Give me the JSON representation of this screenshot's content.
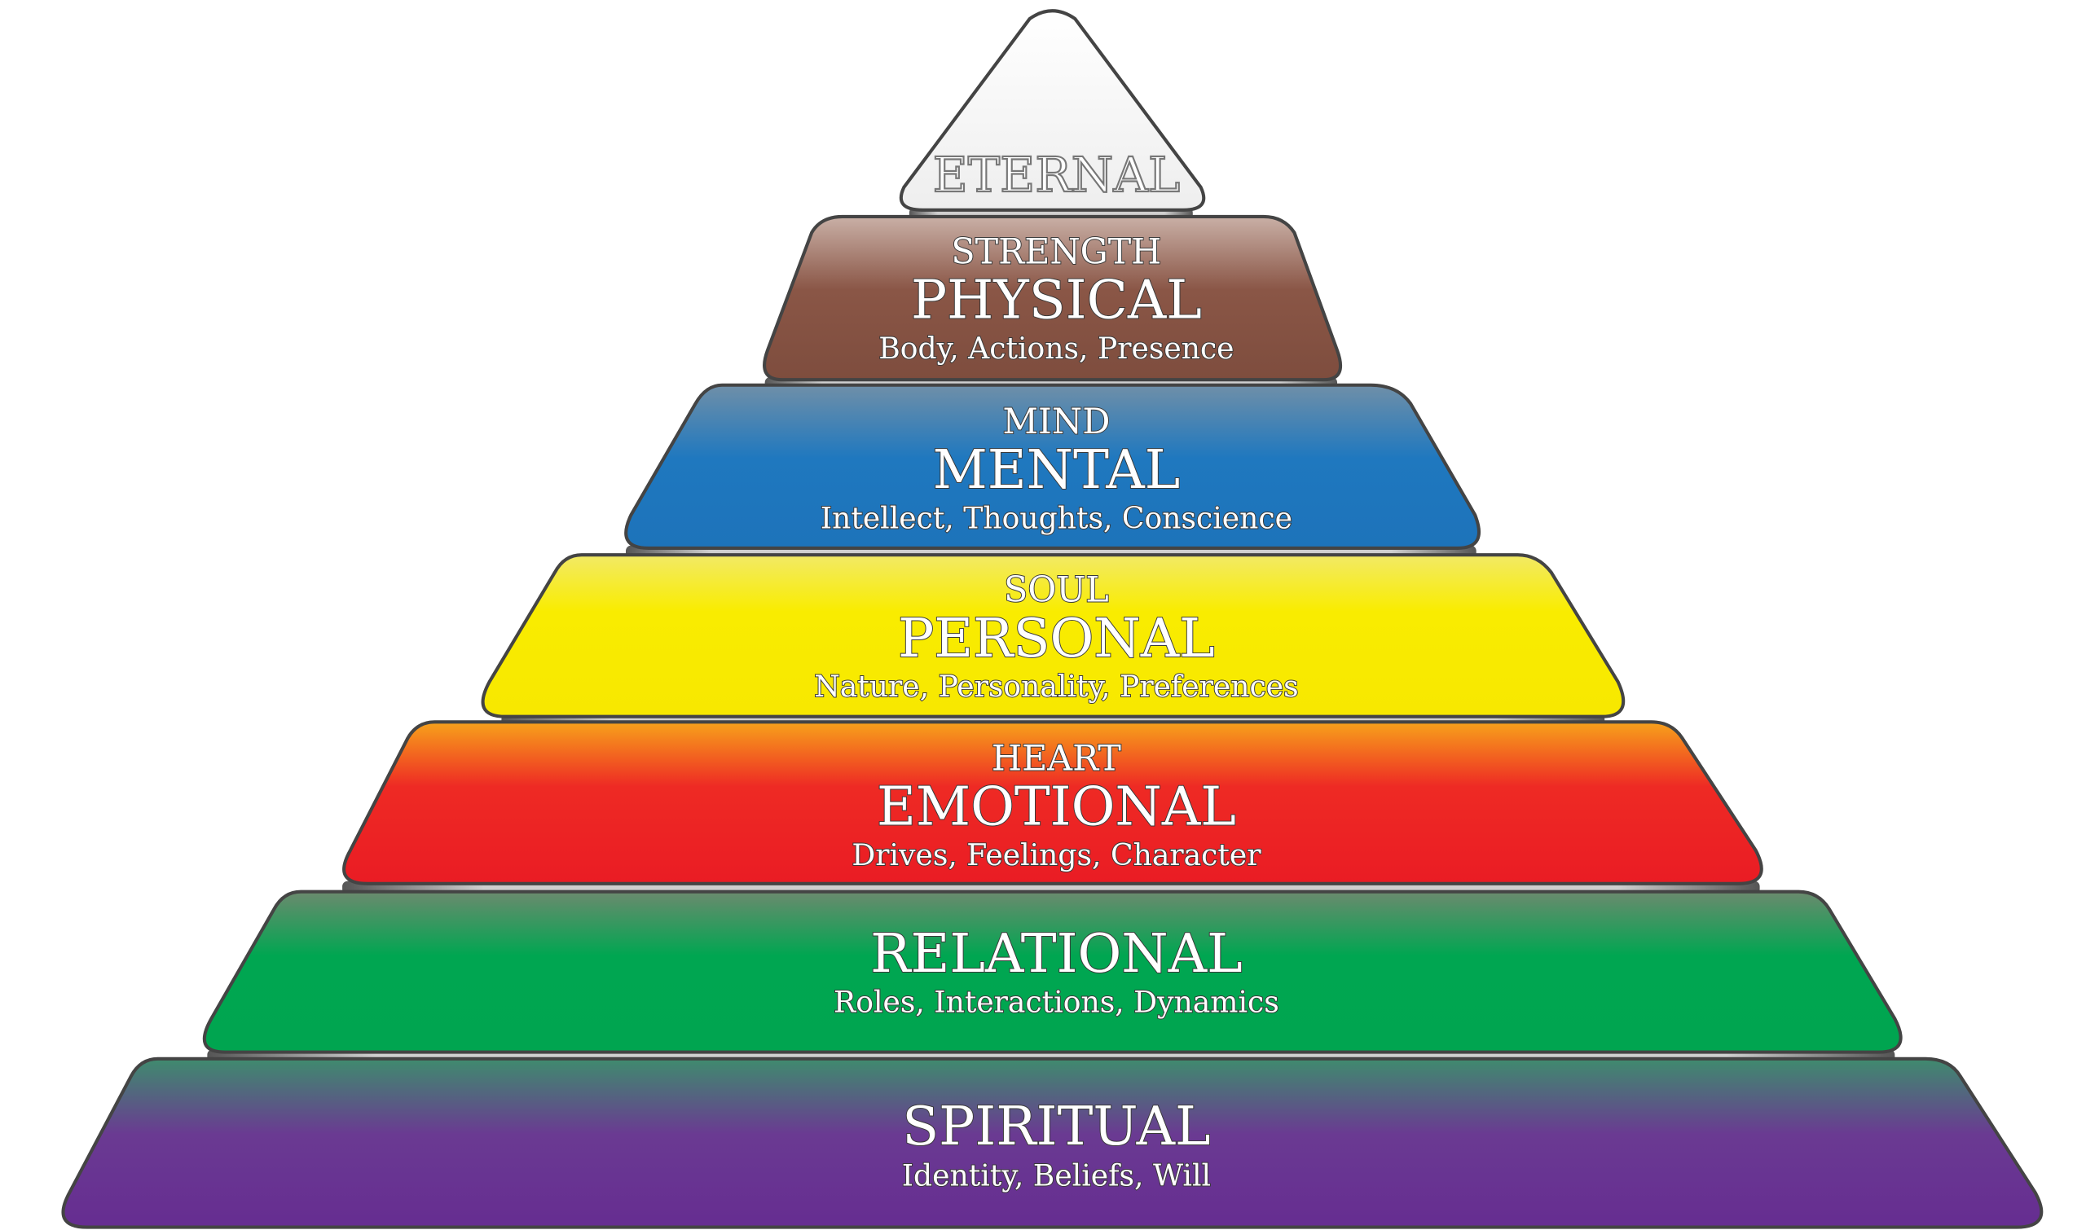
{
  "apex": {
    "label": "ETERNAL",
    "color": "#f4f4f4"
  },
  "tiers": [
    {
      "small": "STRENGTH",
      "title": "PHYSICAL",
      "subtitle": "Body, Actions, Presence",
      "color": "#8a5646"
    },
    {
      "small": "MIND",
      "title": "MENTAL",
      "subtitle": "Intellect, Thoughts, Conscience",
      "color": "#1f78bf"
    },
    {
      "small": "SOUL",
      "title": "PERSONAL",
      "subtitle": "Nature, Personality, Preferences",
      "color": "#f7ea00"
    },
    {
      "small": "HEART",
      "title": "EMOTIONAL",
      "subtitle": "Drives, Feelings, Character",
      "color": "#ec1c24"
    },
    {
      "small": "",
      "title": "RELATIONAL",
      "subtitle": "Roles, Interactions, Dynamics",
      "color": "#00a550"
    },
    {
      "small": "",
      "title": "SPIRITUAL",
      "subtitle": "Identity, Beliefs, Will",
      "color": "#662d91"
    }
  ]
}
